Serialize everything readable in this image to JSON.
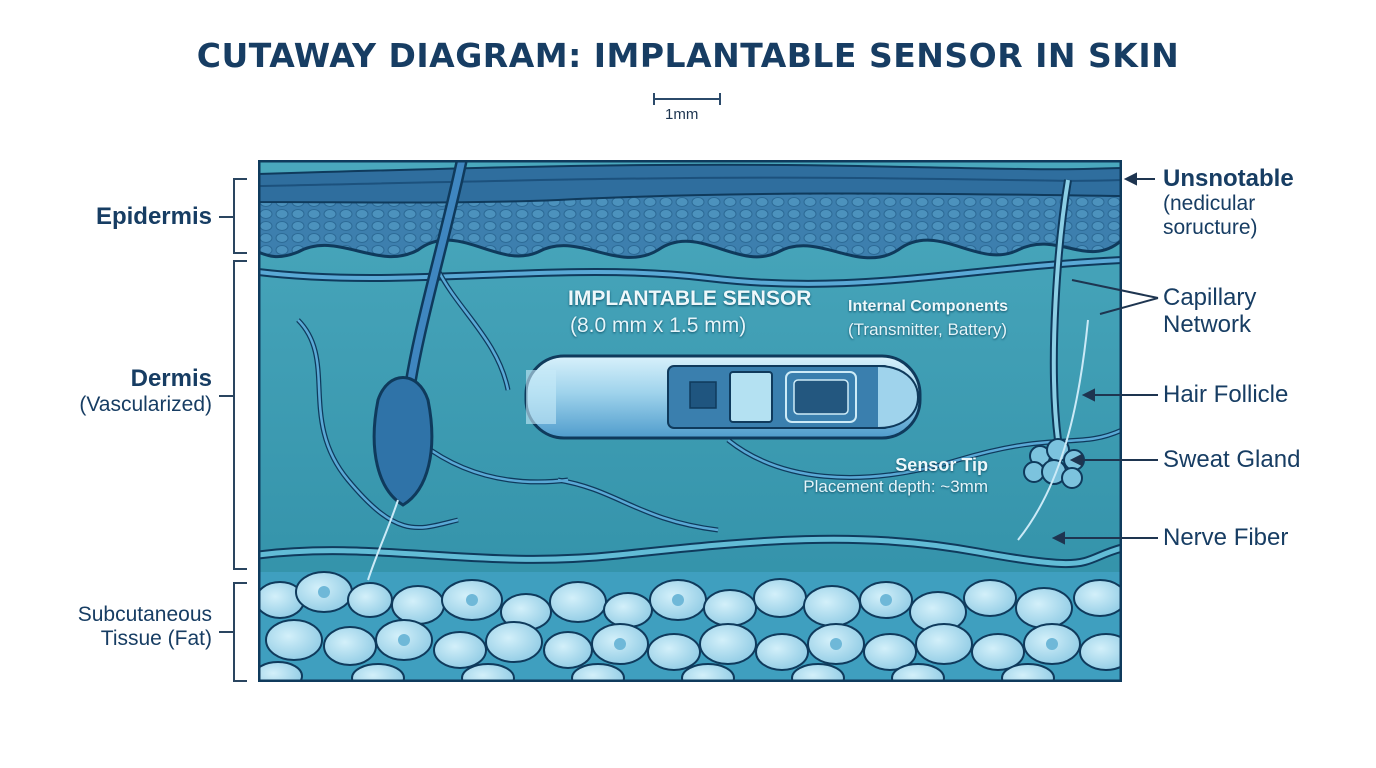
{
  "title": "CUTAWAY DIAGRAM: IMPLANTABLE SENSOR IN SKIN",
  "scale_bar": {
    "label": "1mm"
  },
  "layers": [
    {
      "name": "Epidermis",
      "sub": ""
    },
    {
      "name": "Dermis",
      "sub": "(Vascularized)"
    },
    {
      "name": "Subcutaneous",
      "sub": "Tissue (Fat)"
    }
  ],
  "right_labels": {
    "top": {
      "title": "Unsnotable",
      "line2": "(nedicular",
      "line3": "soructure)"
    },
    "capillary": {
      "line1": "Capillary",
      "line2": "Network"
    },
    "hair_follicle": "Hair Follicle",
    "sweat_gland": "Sweat Gland",
    "nerve_fiber": "Nerve Fiber"
  },
  "sensor": {
    "title": "IMPLANTABLE SENSOR",
    "dimensions": "(8.0 mm x 1.5 mm)",
    "components_title": "Internal Components",
    "components_sub": "(Transmitter, Battery)",
    "tip_title": "Sensor Tip",
    "tip_sub": "Placement depth: ~3mm"
  },
  "colors": {
    "title": "#173d63",
    "stratum": "#2f6e9e",
    "epidermis": "#3d85ad",
    "dermis": "#3a98ad",
    "fat_bg": "#5fb1cc",
    "fat_cell": "#a9dcee",
    "vessel": "#5aa9d6",
    "outline": "#0f3a5c"
  }
}
